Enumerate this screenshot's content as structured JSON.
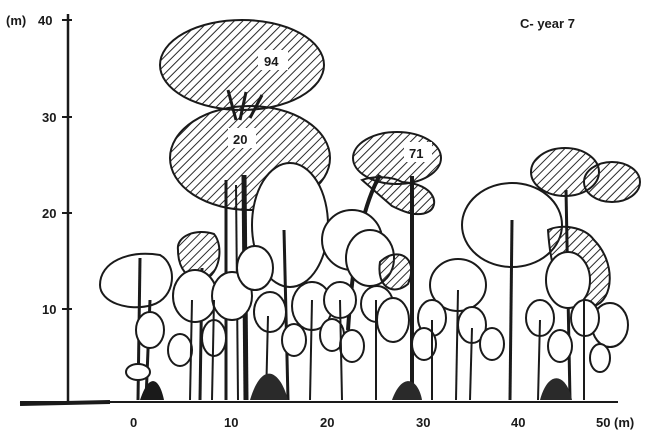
{
  "title": "C- year 7",
  "y_axis": {
    "unit": "(m)",
    "ticks": [
      "40",
      "30",
      "20",
      "10"
    ]
  },
  "x_axis": {
    "unit": "(m)",
    "ticks": [
      "0",
      "10",
      "20",
      "30",
      "40",
      "50"
    ]
  },
  "crown_labels": [
    "94",
    "20",
    "71"
  ],
  "colors": {
    "ink": "#1a1a1a",
    "crown_fill": "#ffffff",
    "hatch": "#2a2a2a"
  }
}
